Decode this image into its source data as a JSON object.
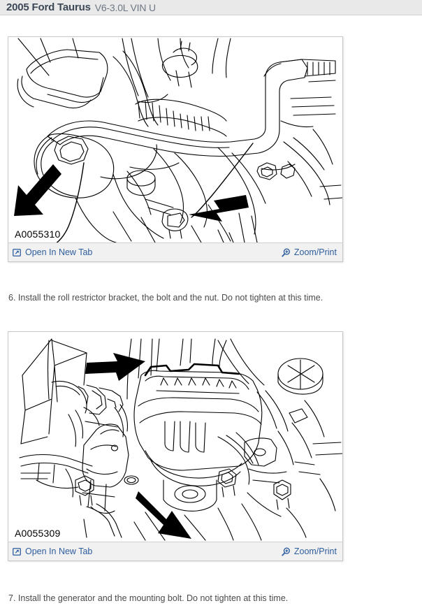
{
  "header": {
    "vehicle": "2005 Ford Taurus",
    "engine": "V6-3.0L VIN U"
  },
  "figures": [
    {
      "code": "A0055310",
      "alt": "Roll restrictor bracket, bolt and nut installation diagram",
      "open_label": "Open In New Tab",
      "open_icon": "open-in-new-tab-icon",
      "zoom_label": "Zoom/Print",
      "zoom_icon": "magnifier-plus-icon"
    },
    {
      "code": "A0055309",
      "alt": "Generator and mounting bolt installation diagram",
      "open_label": "Open In New Tab",
      "open_icon": "open-in-new-tab-icon",
      "zoom_label": "Zoom/Print",
      "zoom_icon": "magnifier-plus-icon"
    }
  ],
  "steps": [
    {
      "text": "6. Install the roll restrictor bracket, the bolt and the nut. Do not tighten at this time."
    },
    {
      "text": "7. Install the generator and the mounting bolt. Do not tighten at this time."
    }
  ],
  "colors": {
    "header_bg": "#e9e9e9",
    "link": "#2e5d9e",
    "toolbar_bg": "#f1f1f1",
    "body_text": "#4a4a4a"
  }
}
